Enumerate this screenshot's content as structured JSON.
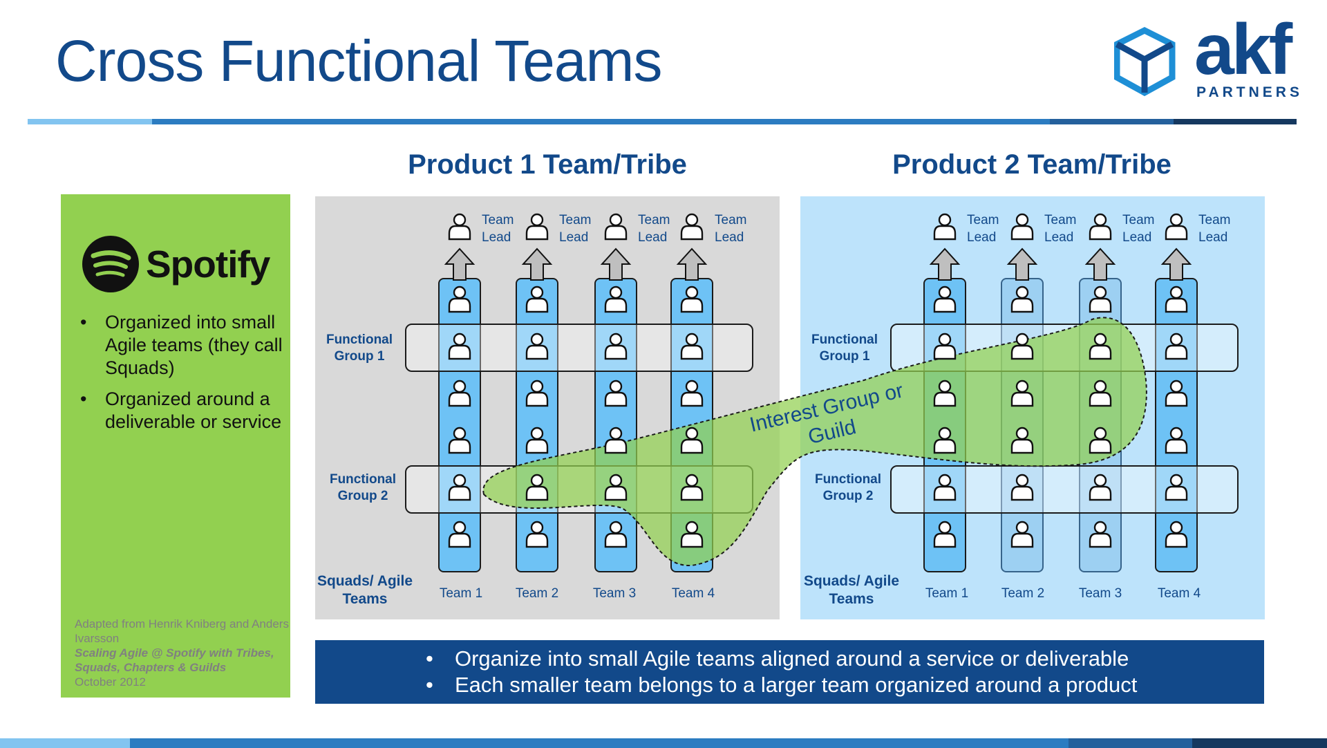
{
  "title": "Cross Functional Teams",
  "logo": {
    "name": "akf",
    "sub": "PARTNERS"
  },
  "sidebar": {
    "brand": "Spotify",
    "bullets": [
      "Organized into small Agile teams (they call Squads)",
      "Organized around a deliverable or service"
    ],
    "credit": {
      "line1": "Adapted from Henrik Kniberg and Anders Ivarsson",
      "line2": "Scaling Agile @ Spotify with Tribes, Squads, Chapters & Guilds",
      "line3": "October 2012"
    }
  },
  "products": [
    {
      "title": "Product 1 Team/Tribe",
      "functional_group_1": "Functional Group 1",
      "functional_group_2": "Functional Group 2",
      "squads_label": "Squads/ Agile Teams",
      "teams": [
        "Team 1",
        "Team 2",
        "Team 3",
        "Team 4"
      ],
      "team_lead": "Team Lead"
    },
    {
      "title": "Product 2 Team/Tribe",
      "functional_group_1": "Functional Group 1",
      "functional_group_2": "Functional Group 2",
      "squads_label": "Squads/ Agile Teams",
      "teams": [
        "Team 1",
        "Team 2",
        "Team 3",
        "Team 4"
      ],
      "team_lead": "Team Lead"
    }
  ],
  "guild": "Interest Group or Guild",
  "footer": [
    "Organize into small Agile teams aligned around a service or deliverable",
    "Each smaller team belongs to a larger  team organized around a product"
  ],
  "colors": {
    "title": "#12498a",
    "sidebar": "#92d050",
    "panel1": "#d9d9d9",
    "panel2": "#bde3fb",
    "squad_column": "#6ec2f5",
    "guild": "#92d050",
    "footer": "#12498a"
  },
  "icons": [
    "spotify-logo-icon",
    "akf-cube-icon",
    "person-icon",
    "arrow-up-icon"
  ]
}
